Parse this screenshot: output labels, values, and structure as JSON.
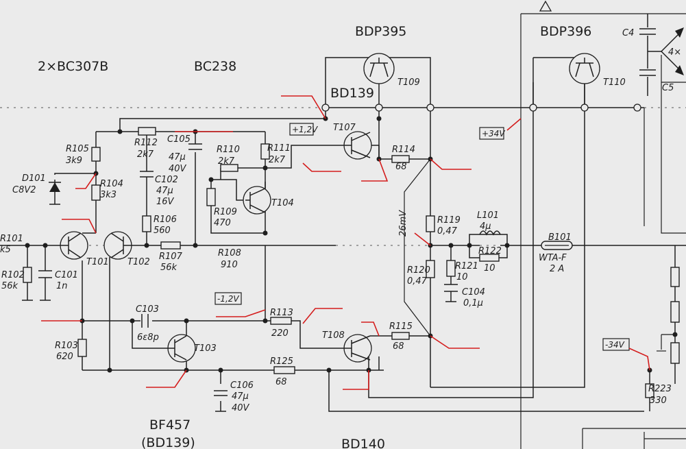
{
  "part_labels": {
    "bc307b": "2×BC307B",
    "bc238": "BC238",
    "bdp395": "BDP395",
    "bdp396": "BDP396",
    "bd139_top": "BD139",
    "bf457": "BF457",
    "bd139_bottom": "(BD139)",
    "bd140": "BD140"
  },
  "supply_labels": {
    "plus34": "+34V",
    "minus34": "-34V",
    "plus1_2": "+1,2V",
    "minus1_2": "-1,2V",
    "mv26": "26mV"
  },
  "components": {
    "R101": [
      "R101",
      "k5"
    ],
    "R102": [
      "R102",
      "56k"
    ],
    "C101": [
      "C101",
      "1n"
    ],
    "R103": [
      "R103",
      "620"
    ],
    "R104": [
      "R104",
      "3k3"
    ],
    "R105": [
      "R105",
      "3k9"
    ],
    "D101": [
      "D101",
      "C8V2"
    ],
    "R106": [
      "R106",
      "560"
    ],
    "R107": [
      "R107",
      "56k"
    ],
    "R108": [
      "R108",
      "910"
    ],
    "R109": [
      "R109",
      "470"
    ],
    "R110": [
      "R110",
      "2k7"
    ],
    "R111": [
      "R111",
      "2k7"
    ],
    "R112": [
      "R112",
      "2k7"
    ],
    "C102": [
      "C102",
      "47µ",
      "16V"
    ],
    "C105": [
      "C105",
      "47µ",
      "40V"
    ],
    "C103": [
      "C103",
      "6ε8p"
    ],
    "C106": [
      "C106",
      "47µ",
      "40V"
    ],
    "R113": [
      "R113",
      "220"
    ],
    "R125": [
      "R125",
      "68"
    ],
    "R114": [
      "R114",
      "68"
    ],
    "R115": [
      "R115",
      "68"
    ],
    "R119": [
      "R119",
      "0,47"
    ],
    "R120": [
      "R120",
      "0,47"
    ],
    "R121": [
      "R121",
      "10"
    ],
    "R122": [
      "R122",
      "10"
    ],
    "C104": [
      "C104",
      "0,1µ"
    ],
    "L101": [
      "L101",
      "4µ"
    ],
    "B101": [
      "B101",
      "WTA-F",
      "2 A"
    ],
    "R223": [
      "R223",
      "330"
    ],
    "C4": [
      "C4"
    ],
    "C5": [
      "C5"
    ],
    "bridge": [
      "4×"
    ]
  },
  "transistors": [
    "T101",
    "T102",
    "T103",
    "T104",
    "T107",
    "T108",
    "T109",
    "T110"
  ],
  "colors": {
    "ink": "#1e1e1e",
    "paper": "#ebebeb",
    "annotation": "#d41c1c"
  }
}
